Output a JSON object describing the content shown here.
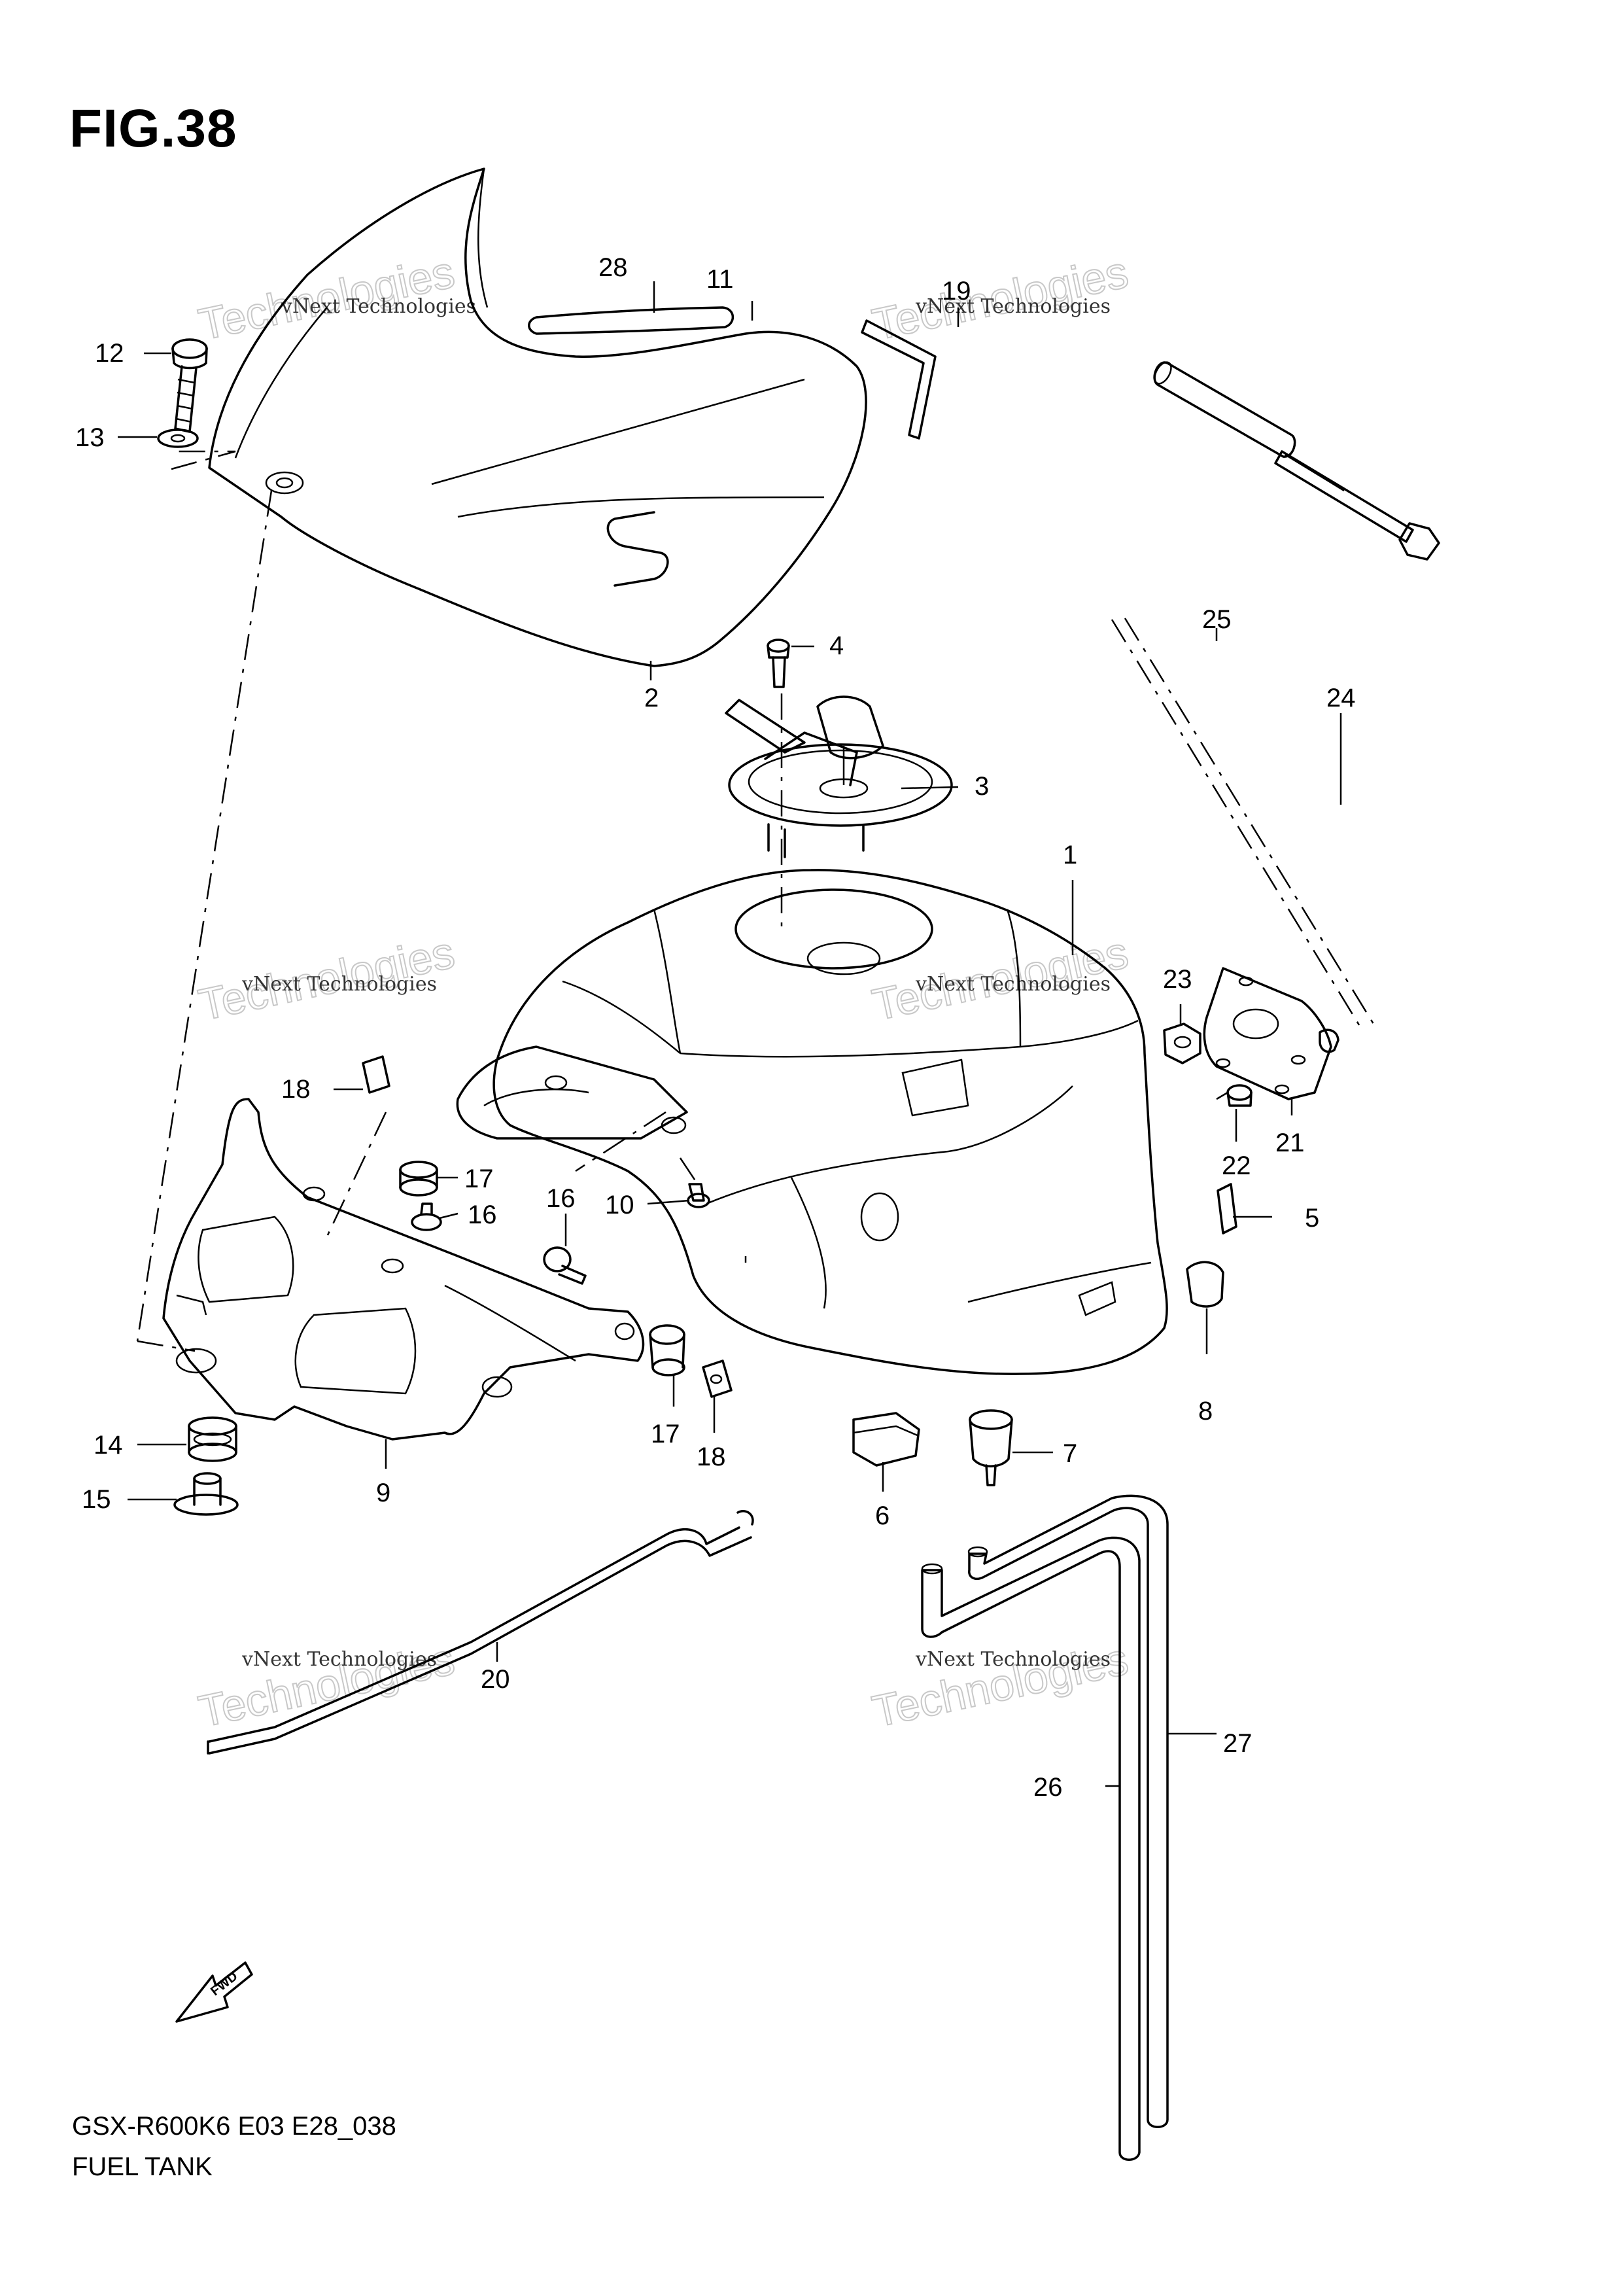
{
  "figure": {
    "title": "FIG.38",
    "model_code": "GSX-R600K6 E03 E28_038",
    "section_name": "FUEL TANK"
  },
  "watermark": {
    "line1": "vNext Technologies",
    "line2": "Technologies",
    "line3": "vNext"
  },
  "direction_arrow": {
    "label": "FWD"
  },
  "callouts": [
    "1",
    "2",
    "3",
    "4",
    "5",
    "6",
    "7",
    "8",
    "9",
    "10",
    "11",
    "12",
    "13",
    "14",
    "15",
    "16",
    "16",
    "17",
    "17",
    "18",
    "18",
    "19",
    "20",
    "21",
    "22",
    "23",
    "24",
    "25",
    "26",
    "27",
    "28"
  ]
}
